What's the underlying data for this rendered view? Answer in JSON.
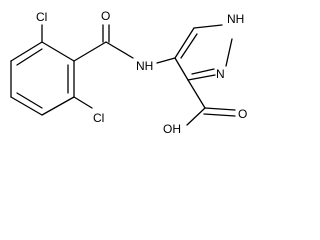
{
  "molecule": {
    "atom_labels": {
      "cl_top": "Cl",
      "cl_bottom": "Cl",
      "carbonyl_oxygen": "O",
      "amide_nh": "NH",
      "pyrazole_nh": "NH",
      "pyrazole_n": "N",
      "acid_oh": "OH",
      "acid_oxygen": "O"
    }
  }
}
